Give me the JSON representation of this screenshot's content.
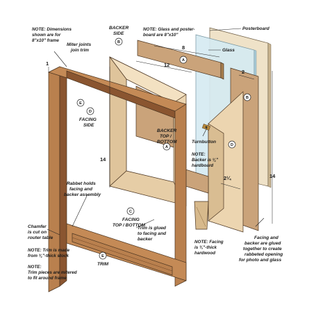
{
  "notes": {
    "dimensions_l1": "NOTE: Dimensions",
    "dimensions_l2": "shown are for",
    "dimensions_l3": "8\"x10\" frame",
    "glass_l1": "NOTE: Glass and poster-",
    "glass_l2": "board are 8\"x10\"",
    "backer_l1": "NOTE:",
    "backer_l2": "Backer is ¼\"",
    "backer_l3": "hardboard",
    "facing_l1": "NOTE: Facing",
    "facing_l2": "is ⅜\"-thick",
    "facing_l3": "hardwood",
    "trim_stock_l1": "NOTE: Trim is made",
    "trim_stock_l2": "from ¾\"-thick stock",
    "trim_mitered_l1": "NOTE:",
    "trim_mitered_l2": "Trim pieces are mitered",
    "trim_mitered_l3": "to fit around frame"
  },
  "labels": {
    "posterboard": "Posterboard",
    "glass": "Glass",
    "backer_side_l1": "BACKER",
    "backer_side_l2": "SIDE",
    "miter_l1": "Miter joints",
    "miter_l2": "join trim",
    "facing_side_l1": "FACING",
    "facing_side_l2": "SIDE",
    "backer_tb_l1": "BACKER",
    "backer_tb_l2": "TOP /",
    "backer_tb_l3": "BOTTOM",
    "turnbutton": "Turnbutton",
    "rabbet_l1": "Rabbet holds",
    "rabbet_l2": "facing and",
    "rabbet_l3": "backer assembly",
    "facing_tb_l1": "FACING",
    "facing_tb_l2": "TOP / BOTTOM",
    "trim_glued_l1": "Trim is glued",
    "trim_glued_l2": "to facing and",
    "trim_glued_l3": "backer",
    "chamfer_l1": "Chamfer",
    "chamfer_l2": "is cut on",
    "chamfer_l3": "router table",
    "trim": "TRIM",
    "glued_l1": "Facing and",
    "glued_l2": "backer are glued",
    "glued_l3": "together to create",
    "glued_l4": "rabbeted opening",
    "glued_l5": "for photo and glass"
  },
  "badges": {
    "A": "A",
    "B": "B",
    "C": "C",
    "D": "D",
    "E": "E"
  },
  "dimensions": {
    "d8": "8",
    "d12": "12",
    "d2": "2",
    "d1": "1",
    "d14_left": "14",
    "d14_right": "14",
    "d2_1_4": "2¼"
  },
  "colors": {
    "trim_wood": "#b9804e",
    "trim_wood_dark": "#8a5530",
    "facing_wood": "#ecd5b0",
    "backer": "#caa37a",
    "backer_dark": "#a9804f",
    "glass": "#d6ebf2",
    "posterboard": "#efe2c8"
  }
}
